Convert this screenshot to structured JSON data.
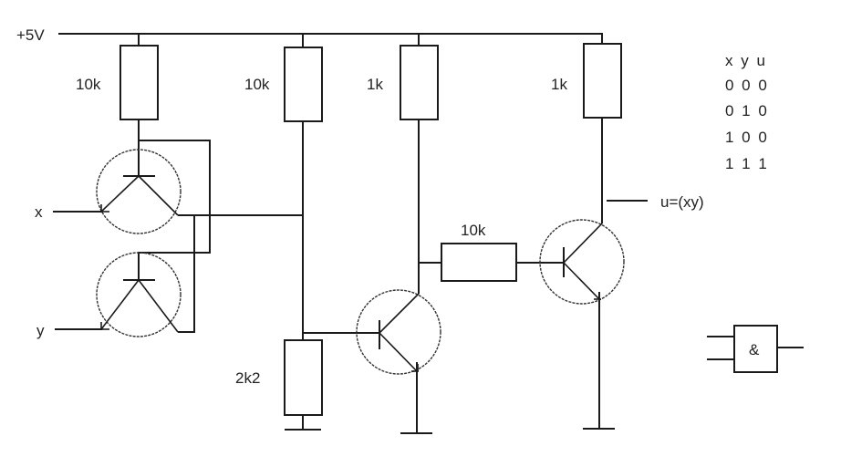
{
  "diagram": {
    "type": "circuit-schematic",
    "title": "TTL AND gate from transistors",
    "supply_label": "+5V",
    "inputs": [
      {
        "name": "x",
        "label": "x"
      },
      {
        "name": "y",
        "label": "y"
      }
    ],
    "output_label": "u=(xy)",
    "resistors": [
      {
        "id": "R1",
        "label": "10k"
      },
      {
        "id": "R2",
        "label": "10k"
      },
      {
        "id": "R3",
        "label": "1k"
      },
      {
        "id": "R4",
        "label": "1k"
      },
      {
        "id": "R5",
        "label": "10k"
      },
      {
        "id": "R6",
        "label": "2k2"
      }
    ],
    "transistors": [
      {
        "id": "T1",
        "kind": "npn-multi-emitter",
        "input": "x"
      },
      {
        "id": "T2",
        "kind": "npn-multi-emitter",
        "input": "y"
      },
      {
        "id": "T3",
        "kind": "npn"
      },
      {
        "id": "T4",
        "kind": "npn"
      }
    ],
    "truth_table": {
      "header": "x y u",
      "rows": [
        "0 0 0",
        "0 1 0",
        "1 0 0",
        "1 1 1"
      ]
    },
    "gate_symbol": {
      "label": "&",
      "name": "AND"
    }
  }
}
